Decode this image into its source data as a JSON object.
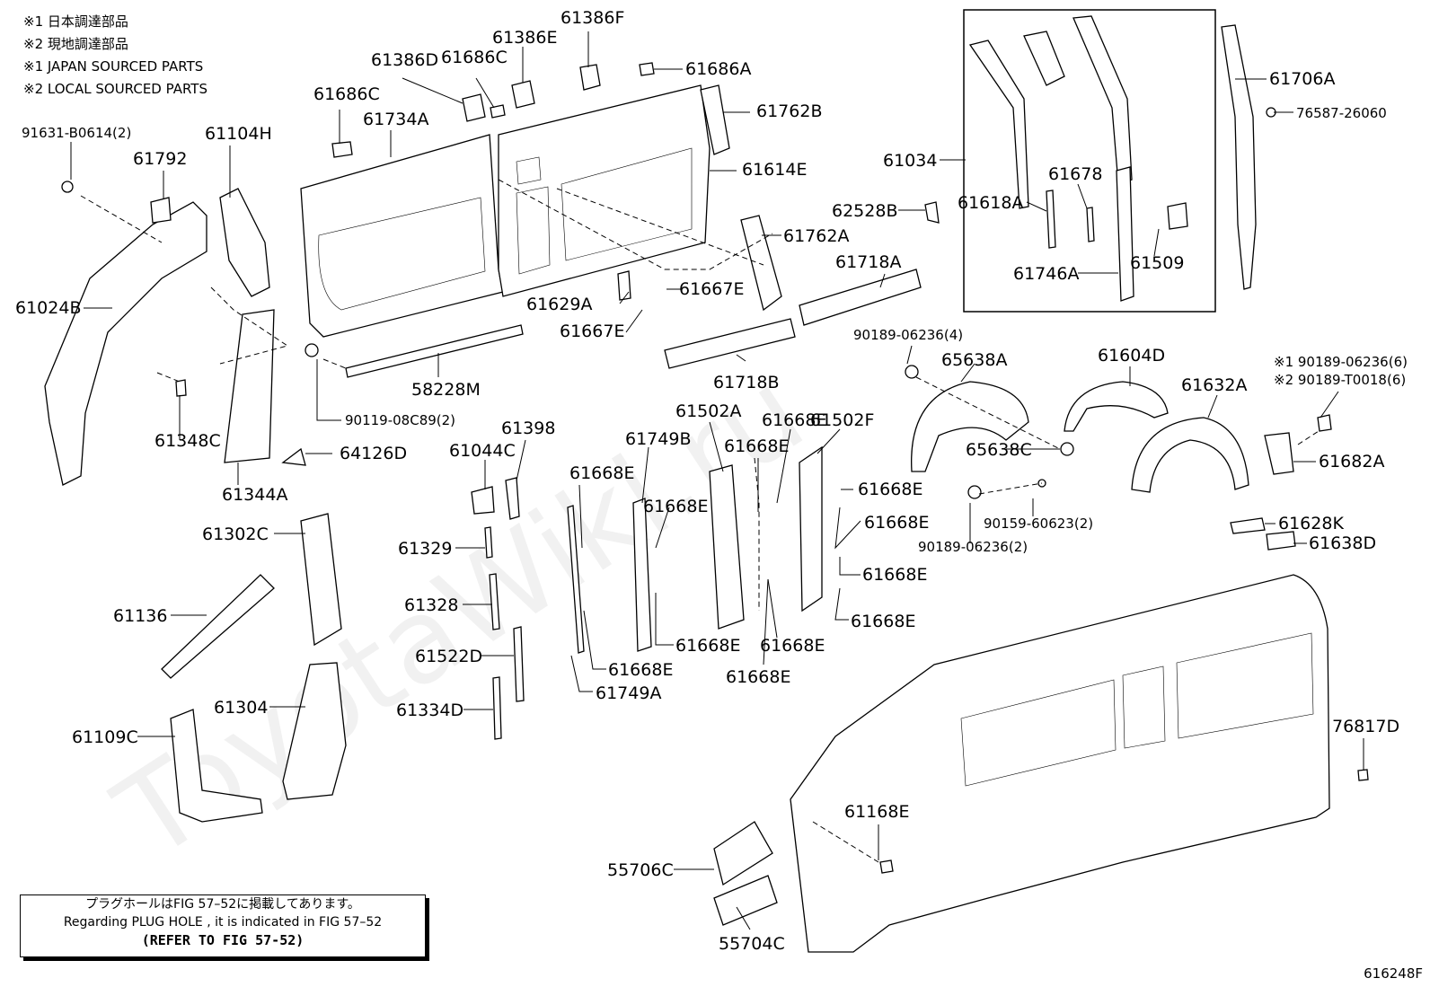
{
  "notes": [
    "※1  日本調達部品",
    "※2  現地調達部品",
    "※1  JAPAN SOURCED PARTS",
    "※2  LOCAL SOURCED PARTS"
  ],
  "reference_box": {
    "line1": "プラグホールはFIG 57–52に掲載してあります。",
    "line2": "Regarding  PLUG HOLE , it is indicated in FIG 57–52",
    "line3": "(REFER TO FIG 57-52)"
  },
  "watermark": "ToyotaWiki.ru",
  "figure_code": "616248F",
  "part_labels": {
    "p61386F": "61386F",
    "p61386E": "61386E",
    "p61386D": "61386D",
    "p61686C_top": "61686C",
    "p61686A": "61686A",
    "p61686C": "61686C",
    "p61734A": "61734A",
    "p61762B": "61762B",
    "p91631": "91631-B0614(2)",
    "p61104H": "61104H",
    "p61792": "61792",
    "p61614E": "61614E",
    "p61034": "61034",
    "p61706A": "61706A",
    "p76587": "76587-26060",
    "p61678": "61678",
    "p61618A": "61618A",
    "p62528B": "62528B",
    "p61762A": "61762A",
    "p61718A": "61718A",
    "p61746A": "61746A",
    "p61509": "61509",
    "p61024B": "61024B",
    "p61629A": "61629A",
    "p61667E_1": "61667E",
    "p61667E_2": "61667E",
    "p90189_4": "90189-06236(4)",
    "p65638A": "65638A",
    "p61604D": "61604D",
    "p61718B": "61718B",
    "p58228M": "58228M",
    "p61632A": "61632A",
    "p90189_6a": "※1 90189-06236(6)",
    "p90189_6b": "※2 90189-T0018(6)",
    "p90119": "90119-08C89(2)",
    "p61502A": "61502A",
    "p61502F": "61502F",
    "p61348C": "61348C",
    "p61749B": "61749B",
    "p61668E_a": "61668E",
    "p61668E_b": "61668E",
    "p61044C": "61044C",
    "p61398": "61398",
    "p65638C": "65638C",
    "p61682A": "61682A",
    "p64126D": "64126D",
    "p61668E_c": "61668E",
    "p61668E_d": "61668E",
    "p61668E_e": "61668E",
    "p61344A": "61344A",
    "p90159": "90159-60623(2)",
    "p61628K": "61628K",
    "p61302C": "61302C",
    "p61668E_f": "61668E",
    "p90189_2": "90189-06236(2)",
    "p61638D": "61638D",
    "p61329": "61329",
    "p61668E_g": "61668E",
    "p61328": "61328",
    "p61136": "61136",
    "p61668E_h": "61668E",
    "p61668E_i": "61668E",
    "p61668E_j": "61668E",
    "p61522D": "61522D",
    "p61668E_k": "61668E",
    "p61668E_l": "61668E",
    "p61749A": "61749A",
    "p61334D": "61334D",
    "p61304": "61304",
    "p76817D": "76817D",
    "p61109C": "61109C",
    "p61168E": "61168E",
    "p55706C": "55706C",
    "p55704C": "55704C"
  }
}
